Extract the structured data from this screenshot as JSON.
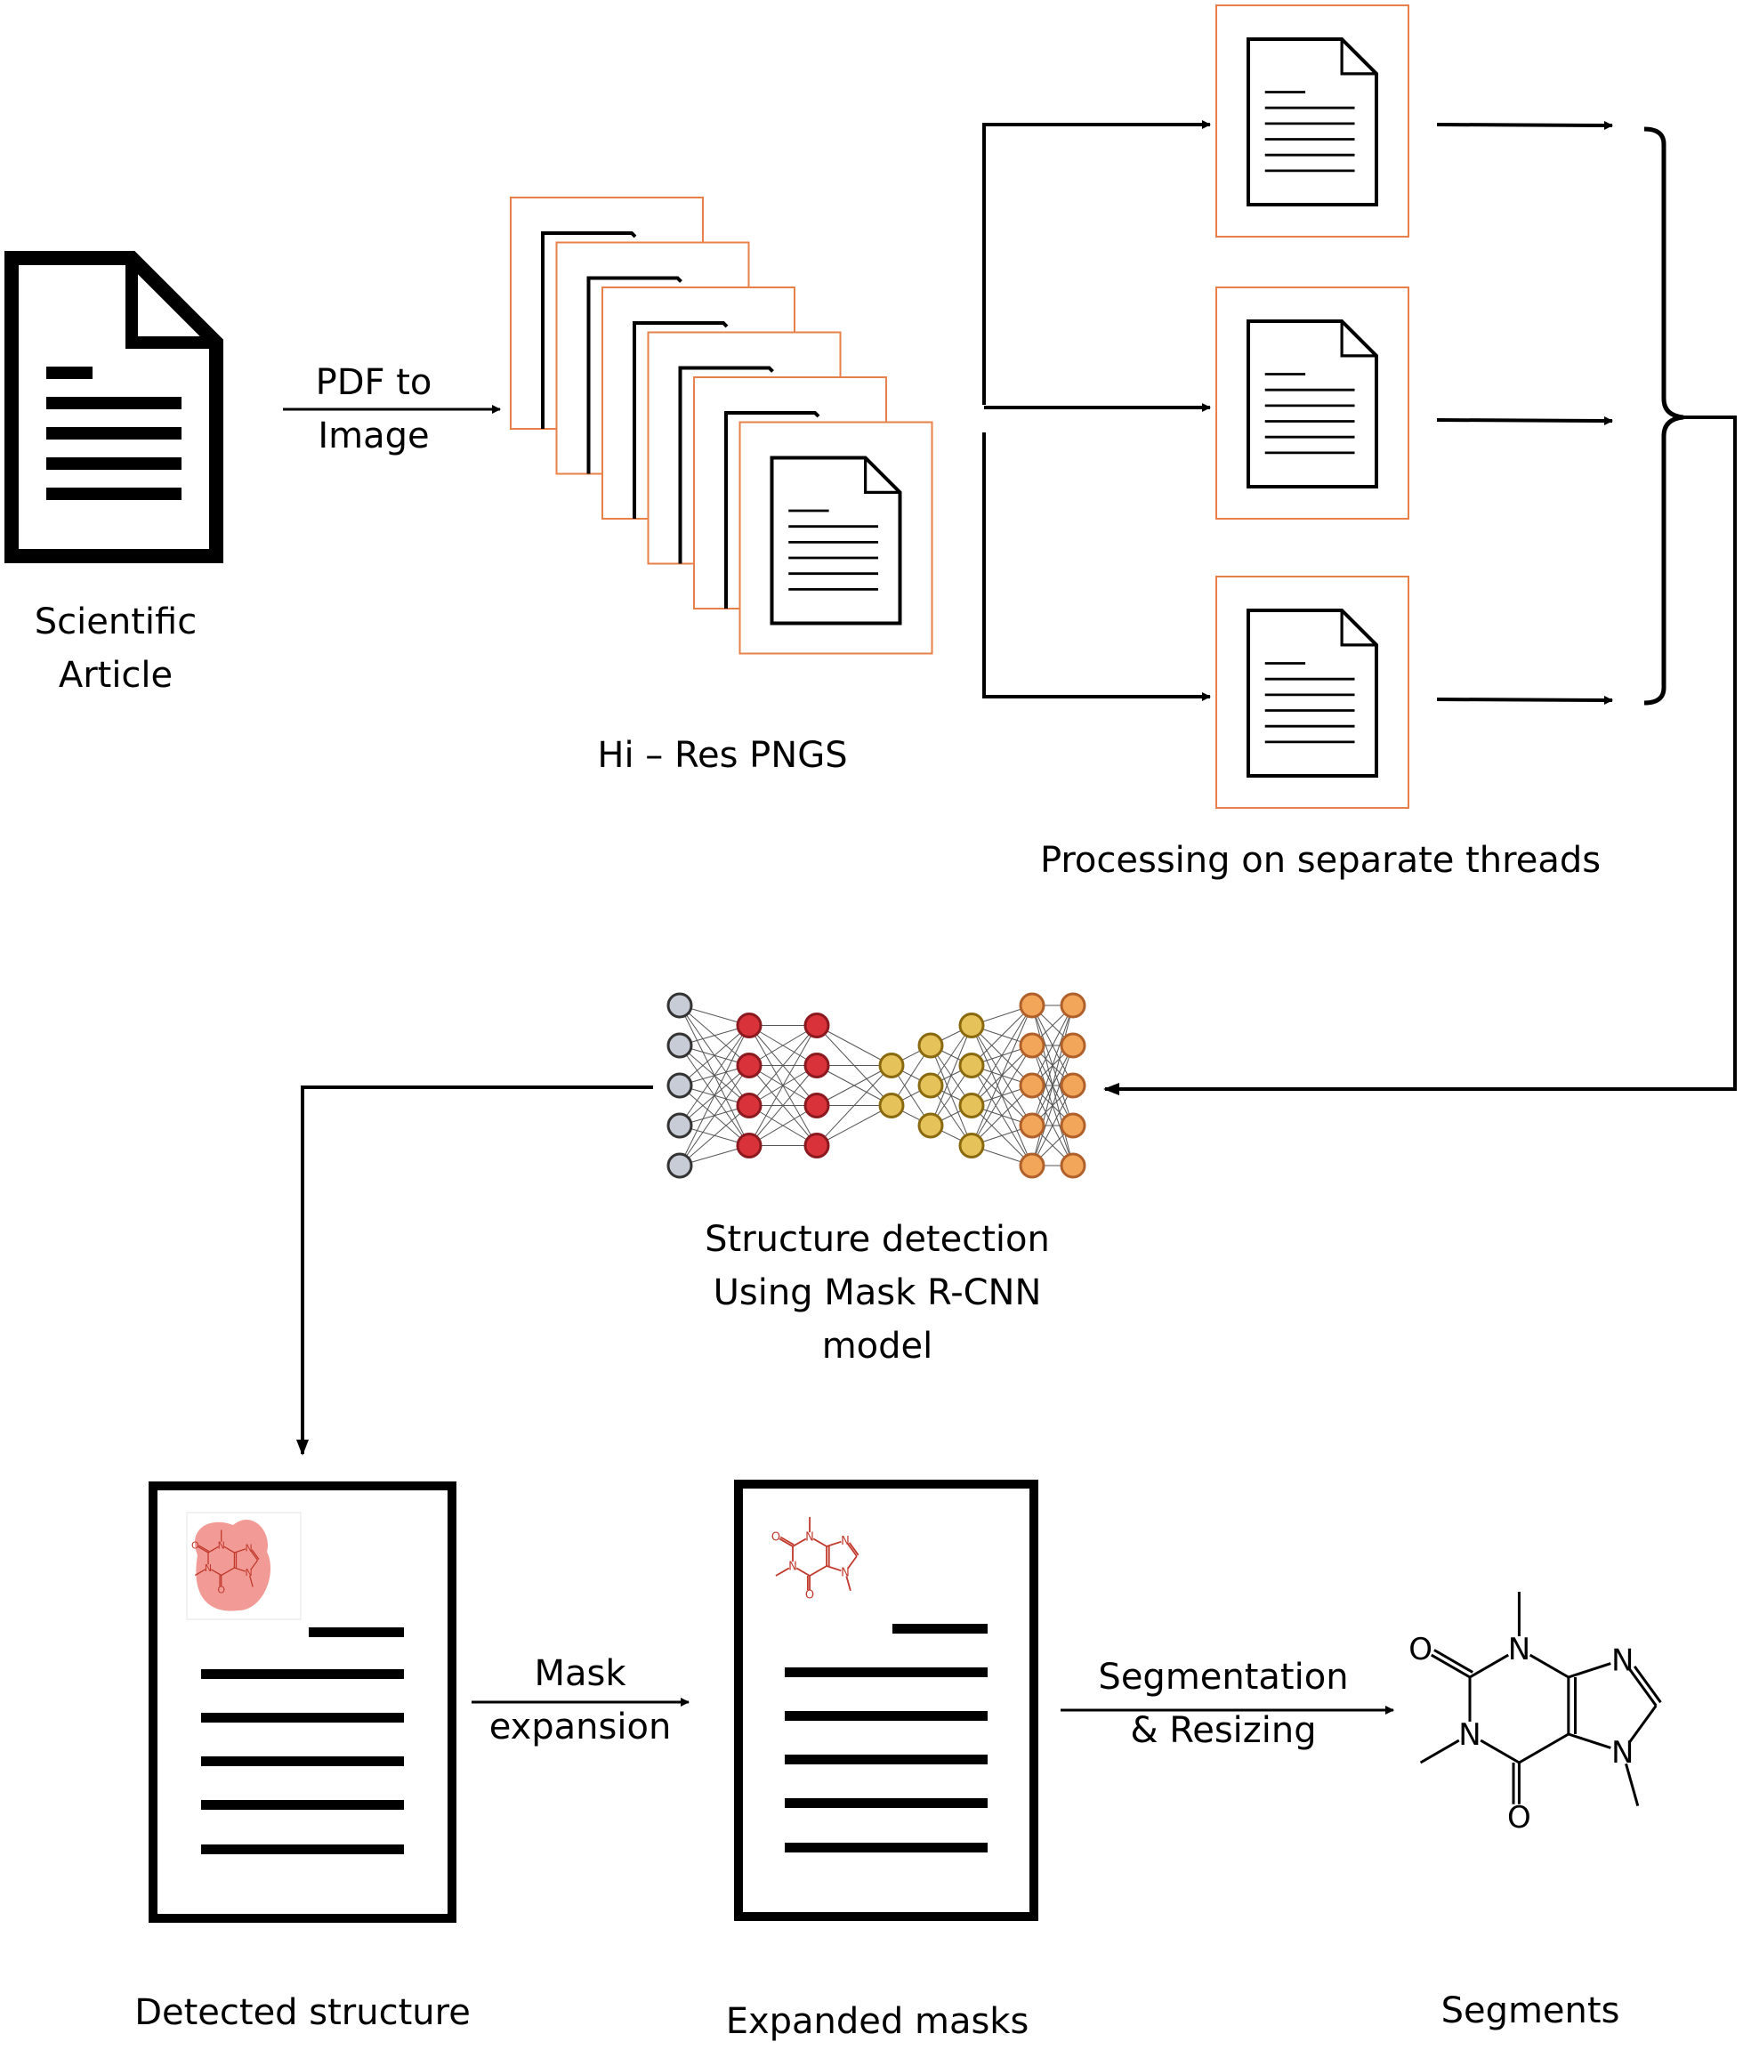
{
  "labels": {
    "scientific_article_1": "Scientific",
    "scientific_article_2": "Article",
    "pdf_to_image_1": "PDF to",
    "pdf_to_image_2": "Image",
    "hi_res_pngs": "Hi – Res PNGS",
    "processing_threads": "Processing on separate threads",
    "structure_detection_1": "Structure detection",
    "structure_detection_2": "Using Mask R-CNN",
    "structure_detection_3": "model",
    "mask_expansion_1": "Mask",
    "mask_expansion_2": "expansion",
    "segmentation_1": "Segmentation",
    "segmentation_2": "& Resizing",
    "detected_structure": "Detected structure",
    "expanded_masks": "Expanded masks",
    "segments": "Segments"
  },
  "molecule_atoms": {
    "oxygen": "O",
    "nitrogen": "N"
  },
  "colors": {
    "orange_border": "#e8804a",
    "mask_highlight": "#f08a84",
    "molecule_red": "#c0392b",
    "node_gray": "#c8ccd6",
    "node_red": "#d9323a",
    "node_yellow": "#e6c25a",
    "node_orange": "#f2a65a"
  },
  "network": {
    "layers": [
      5,
      4,
      4,
      2,
      3,
      4,
      5,
      5
    ]
  }
}
